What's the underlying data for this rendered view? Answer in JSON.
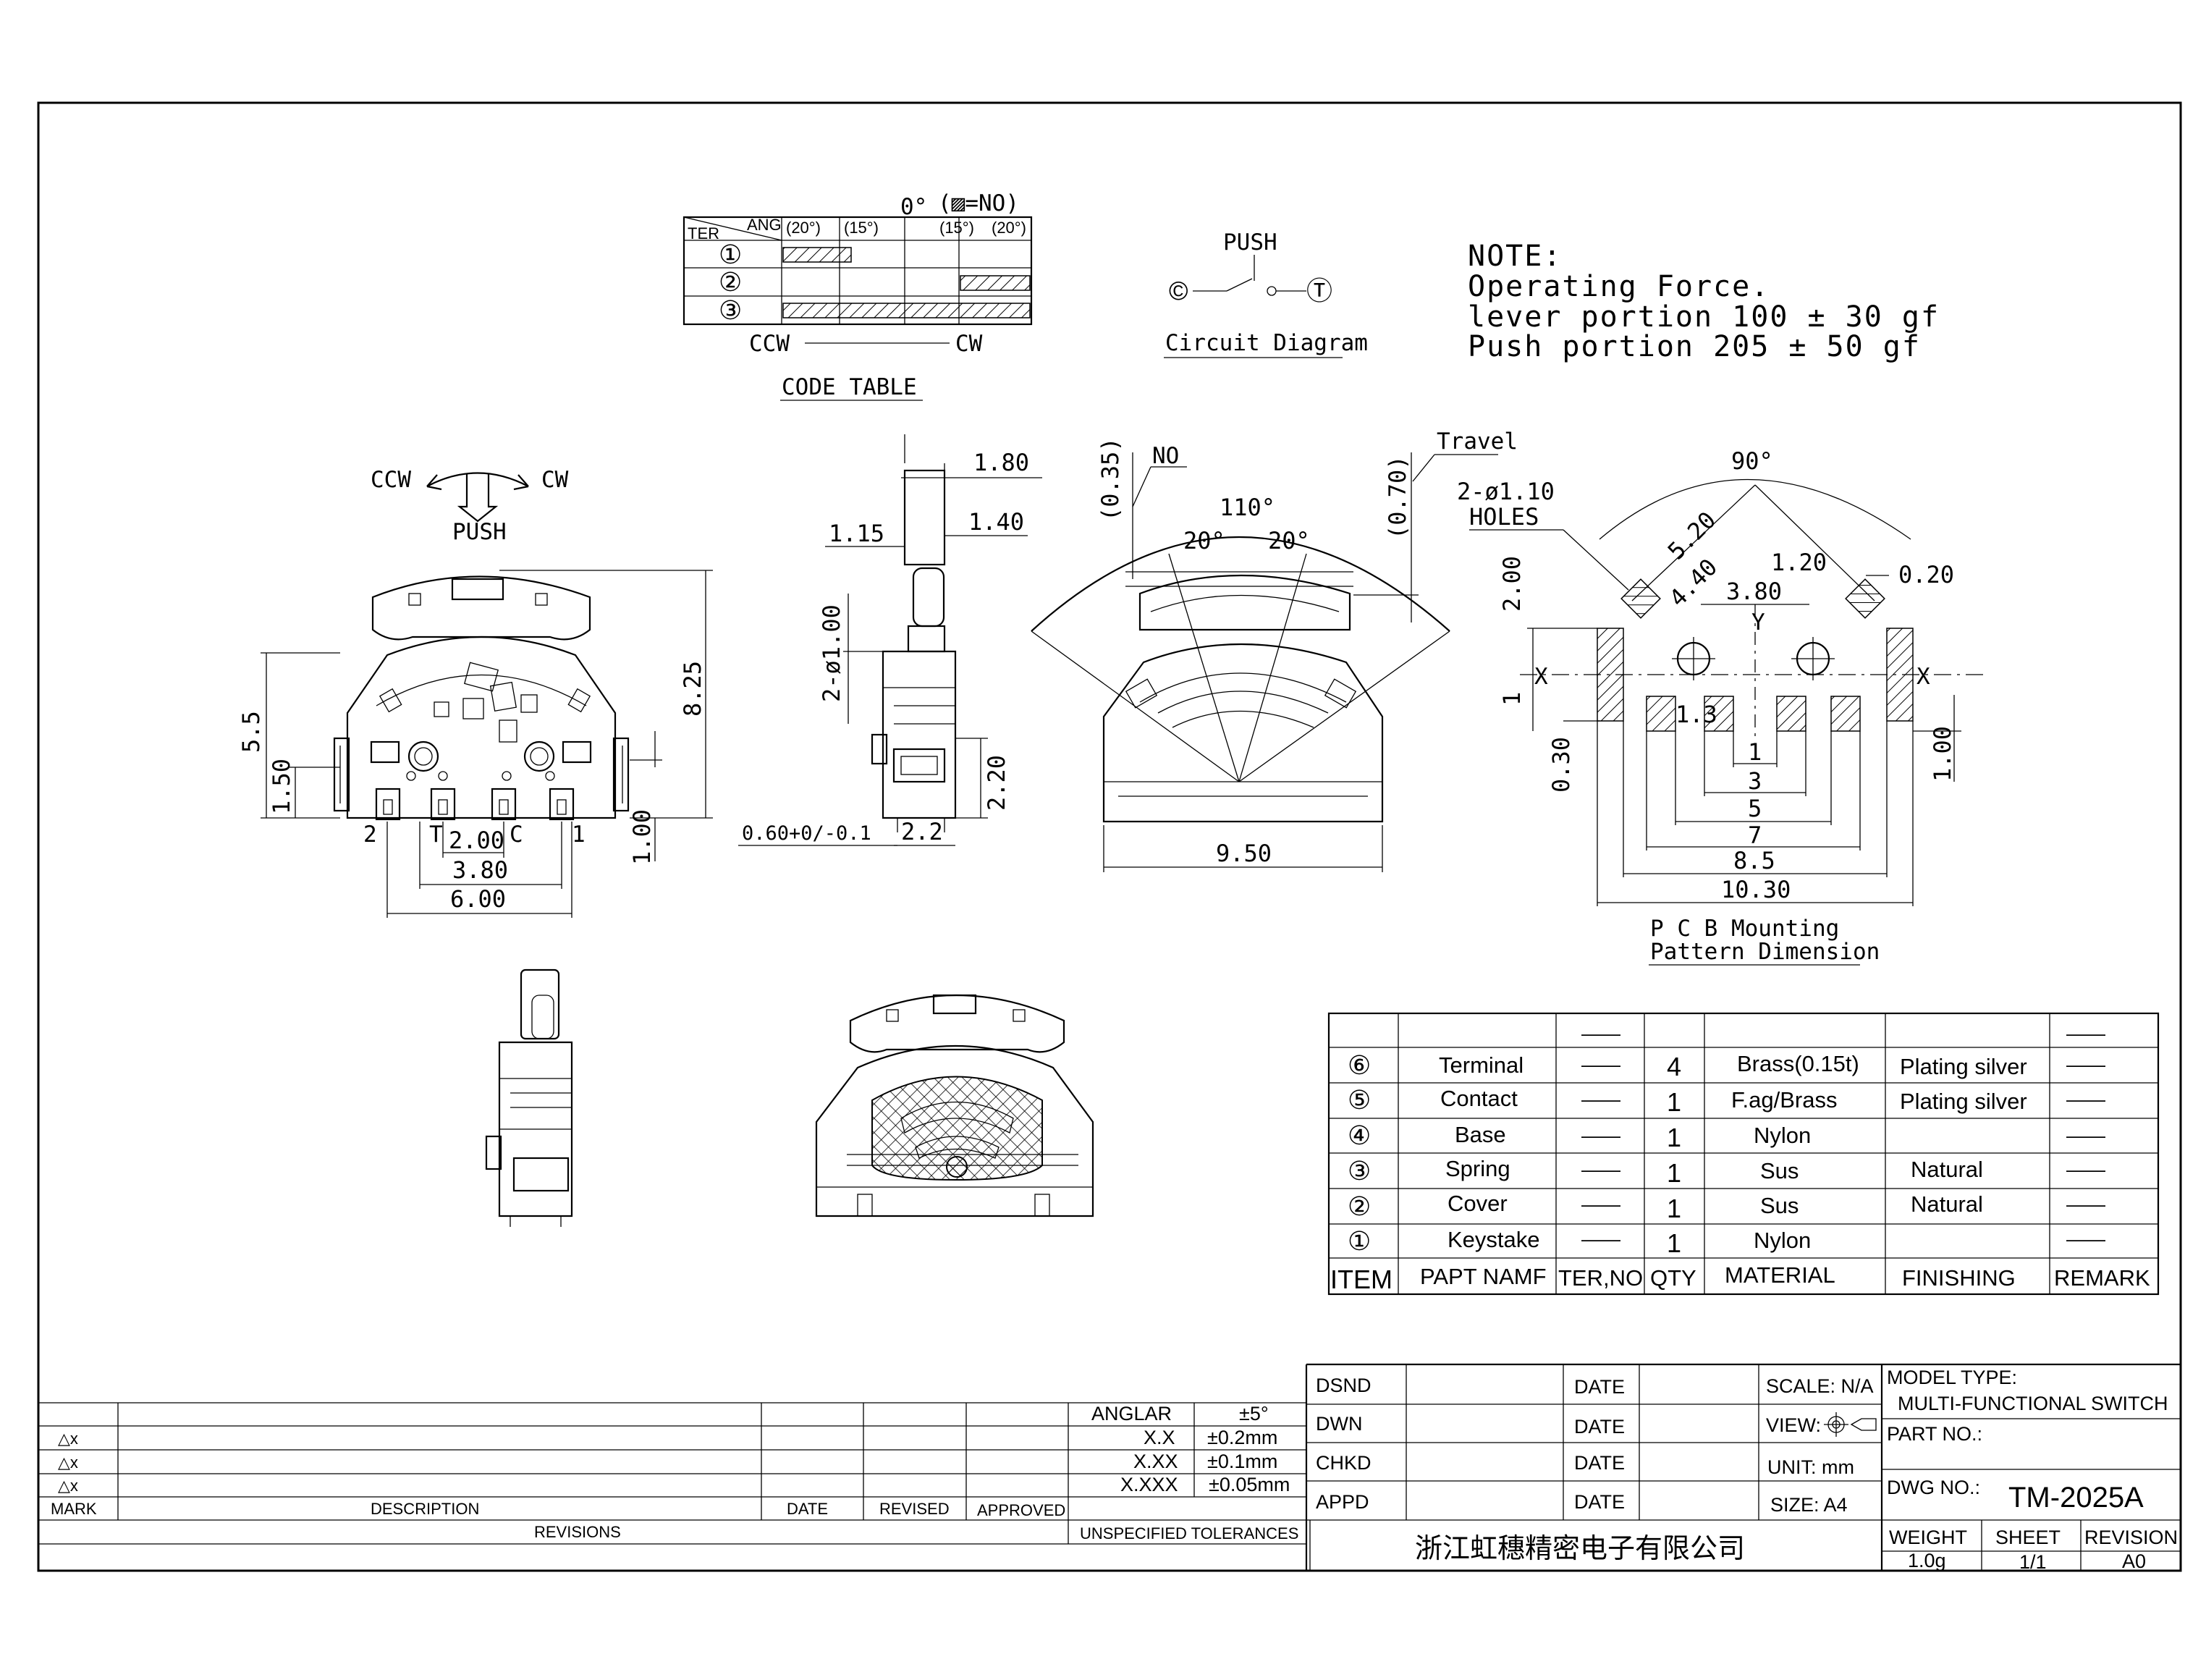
{
  "code_table": {
    "zero_label": "0°",
    "legend": "(▨=NO)",
    "header_ter": "TER",
    "header_ang": "ANG",
    "angles": [
      "(20°)",
      "(15°)",
      "(15°)",
      "(20°)"
    ],
    "rows": [
      "①",
      "②",
      "③"
    ],
    "ccw": "CCW",
    "cw": "CW",
    "title": "CODE TABLE"
  },
  "circuit": {
    "push": "PUSH",
    "left_terminal": "©",
    "right_terminal": "Ⓣ",
    "title": "Circuit Diagram"
  },
  "note": {
    "lines": [
      "NOTE:",
      "Operating Force.",
      "lever portion 100 ± 30 gf",
      "Push portion 205 ± 50 gf"
    ]
  },
  "front_view": {
    "ccw": "CCW",
    "cw": "CW",
    "push": "PUSH",
    "dims": [
      "5.5",
      "1.50",
      "8.25",
      "1.00",
      "2.00",
      "3.80",
      "6.00"
    ],
    "pins": [
      "2",
      "T",
      "C",
      "1"
    ]
  },
  "side_view": {
    "dims": [
      "1.80",
      "1.15",
      "1.40",
      "2-ø1.00",
      "2.20",
      "0.60+0/-0.1",
      "2.2"
    ]
  },
  "angle_view": {
    "dims": [
      "(0.35)",
      "NO",
      "110°",
      "20°",
      "20°",
      "(0.70)",
      "Travel",
      "9.50"
    ]
  },
  "pcb": {
    "dims": [
      "90°",
      "2-ø1.10",
      "HOLES",
      "5.20",
      "4.40",
      "1.20",
      "0.20",
      "3.80",
      "Y",
      "X",
      "X",
      "2.00",
      "1",
      "0.30",
      "1.3",
      "1.00",
      "1",
      "3",
      "5",
      "7",
      "8.5",
      "10.30"
    ],
    "title_line1": "P C B Mounting",
    "title_line2": "Pattern Dimension"
  },
  "bom": {
    "dash": "——",
    "headers": [
      "ITEM",
      "PAPT NAMF",
      "TER,NO",
      "QTY",
      "MATERIAL",
      "FINISHING",
      "REMARK"
    ],
    "rows": [
      {
        "item": "⑥",
        "name": "Terminal",
        "qty": "4",
        "material": "Brass(0.15t)",
        "finishing": "Plating silver"
      },
      {
        "item": "⑤",
        "name": "Contact",
        "qty": "1",
        "material": "F.ag/Brass",
        "finishing": "Plating silver"
      },
      {
        "item": "④",
        "name": "Base",
        "qty": "1",
        "material": "Nylon",
        "finishing": ""
      },
      {
        "item": "③",
        "name": "Spring",
        "qty": "1",
        "material": "Sus",
        "finishing": "Natural"
      },
      {
        "item": "②",
        "name": "Cover",
        "qty": "1",
        "material": "Sus",
        "finishing": "Natural"
      },
      {
        "item": "①",
        "name": "Keystake",
        "qty": "1",
        "material": "Nylon",
        "finishing": ""
      }
    ]
  },
  "revisions": {
    "marks": [
      "△x",
      "△x",
      "△x"
    ],
    "mark": "MARK",
    "description": "DESCRIPTION",
    "date": "DATE",
    "revised": "REVISED",
    "approved": "APPROVED",
    "revisions": "REVISIONS",
    "tolerances_title": "UNSPECIFIED TOLERANCES",
    "tolerances": [
      {
        "k": "ANGLAR",
        "v": "±5°"
      },
      {
        "k": "X.X",
        "v": "±0.2mm"
      },
      {
        "k": "X.XX",
        "v": "±0.1mm"
      },
      {
        "k": "X.XXX",
        "v": "±0.05mm"
      }
    ]
  },
  "titleblock": {
    "dsnd": "DSND",
    "dwn": "DWN",
    "chkd": "CHKD",
    "appd": "APPD",
    "date": "DATE",
    "scale": "SCALE: N/A",
    "view": "VIEW:",
    "unit": "UNIT: mm",
    "size": "SIZE: A4",
    "model_type_label": "MODEL TYPE:",
    "model_type": "MULTI-FUNCTIONAL  SWITCH",
    "part_no_label": "PART NO.:",
    "dwg_no_label": "DWG NO.:",
    "dwg_no": "TM-2025A",
    "company": "浙江虹穗精密电子有限公司",
    "weight_label": "WEIGHT",
    "weight": "1.0g",
    "sheet_label": "SHEET",
    "sheet": "1/1",
    "revision_label": "REVISION",
    "revision": "A0"
  }
}
